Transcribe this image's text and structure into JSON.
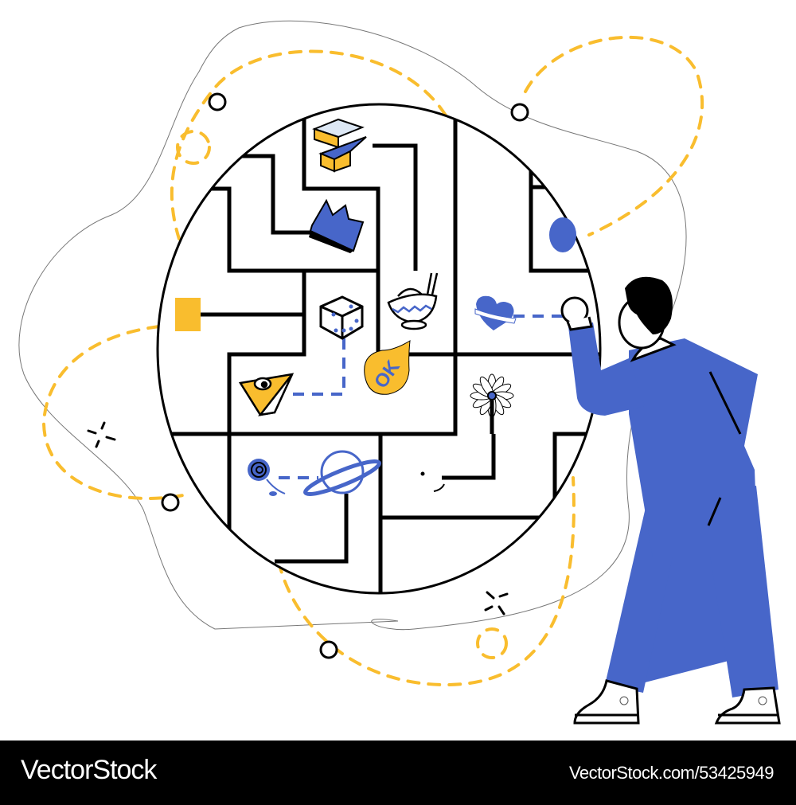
{
  "illustration": {
    "subject": "person-solving-maze",
    "colors": {
      "primary_blue": "#4766C9",
      "accent_yellow": "#F9BD2E",
      "outline": "#000000",
      "background": "#FFFFFF"
    },
    "maze_icons": [
      "gift-box",
      "crown",
      "dice",
      "bowl-of-noodles",
      "ok-speech-bubble",
      "heart-with-ribbon",
      "daisy-flower",
      "eye-triangle",
      "rose",
      "planet",
      "yellow-square",
      "blue-dot"
    ]
  },
  "footer": {
    "brand": "VectorStock",
    "reference": "VectorStock.com/53425949"
  }
}
